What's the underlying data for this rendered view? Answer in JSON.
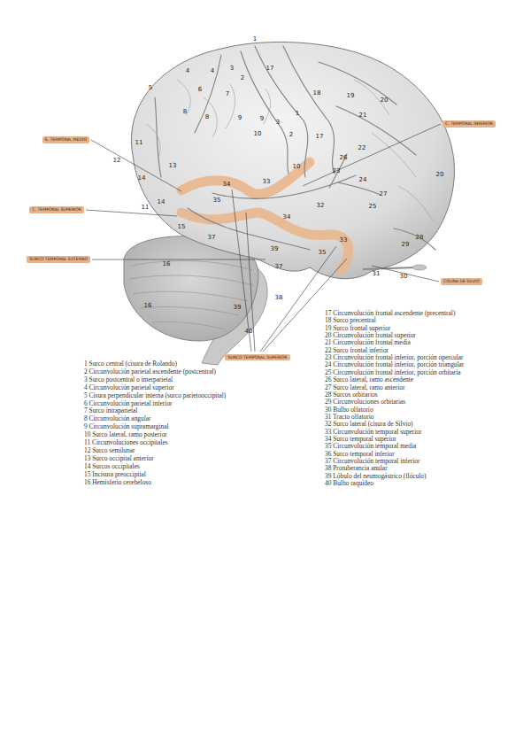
{
  "diagram": {
    "nodes": [
      {
        "text": [
          "S. TEMPORAL MEDIO"
        ]
      },
      {
        "text": [
          "C. TEMPORAL SUPERIOR"
        ]
      },
      {
        "text": [
          "SURCO TEMPORAL EXTERNO"
        ]
      },
      {
        "text": [
          "SURCO TEMPORAL SUPERIOR"
        ]
      },
      {
        "text": [
          "C. TEMPORAL INFERIOR"
        ]
      },
      {
        "text": [
          "CISURA DE SILVIO"
        ]
      }
    ],
    "labels": [
      "1",
      "17",
      "4",
      "4",
      "3",
      "2",
      "5",
      "6",
      "7",
      "18",
      "19",
      "20",
      "8",
      "8",
      "9",
      "9",
      "3",
      "1",
      "21",
      "10",
      "2",
      "17",
      "11",
      "22",
      "12",
      "13",
      "26",
      "23",
      "10",
      "20",
      "14",
      "14",
      "11",
      "34",
      "33",
      "24",
      "27",
      "35",
      "32",
      "25",
      "34",
      "15",
      "37",
      "33",
      "28",
      "29",
      "39",
      "35",
      "31",
      "30",
      "37",
      "16",
      "38",
      "16",
      "39",
      "40",
      "1 Surco central (cisura de Rolando)",
      "2 Circunvolución parietal ascendente (postcentral)",
      "3 Surco postcentral o interparietal",
      "4 Circunvolución parietal superior",
      "5 Cisura perpendicular interna (surco parietooccipital)",
      "6 Circunvolución parietal inferior",
      "7 Surco intraparietal",
      "8 Circunvolución angular",
      "9 Circunvolución supramarginal",
      "10 Surco lateral, ramo posterior",
      "11 Circunvoluciones occipitales",
      "12 Surco semilunar",
      "13 Surco occipital anterior",
      "14 Surcos occipitales",
      "15 Incisura preoccipital",
      "16 Hemisferio cerebeloso",
      "17 Circunvolución frontal ascendente (precentral)",
      "18 Surco precentral",
      "19 Surco frontal superior",
      "20 Circunvolución frontal superior",
      "21 Circunvolución frontal media",
      "22 Surco frontal inferior",
      "23 Circunvolución frontal inferior, porción opercular",
      "24 Circunvolución frontal inferior, porción triangular",
      "25 Circunvolución frontal inferior, porción orbitaria",
      "26 Surco lateral, ramo ascendente",
      "27 Surco lateral, ramo anterior",
      "28 Surcos orbitarios",
      "29 Circunvoluciones orbitarias",
      "30 Bulbo olfatorio",
      "31 Tracto olfatorio",
      "32 Surco lateral (cisura de Silvio)",
      "33 Circunvolución temporal superior",
      "34 Surco temporal superior",
      "35 Circunvolución temporal media",
      "36 Surco temporal inferior",
      "37 Circunvolución temporal inferior",
      "38 Protuberancia anular",
      "39 Lóbulo del neumogástrico (flóculo)",
      "40 Bulbo raquídeo"
    ]
  }
}
